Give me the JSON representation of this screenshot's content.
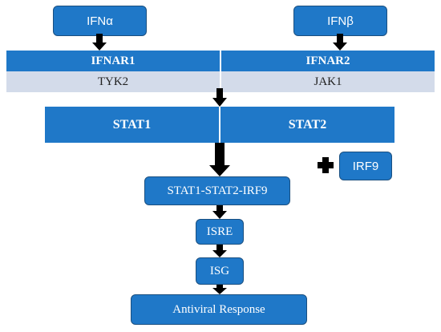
{
  "ligands": {
    "left": "IFNα",
    "right": "IFNβ"
  },
  "receptors": {
    "left": "IFNAR1",
    "right": "IFNAR2"
  },
  "kinases": {
    "left": "TYK2",
    "right": "JAK1"
  },
  "stats": {
    "left": "STAT1",
    "right": "STAT2"
  },
  "irf9": "IRF9",
  "plus": "+",
  "complex": "STAT1-STAT2-IRF9",
  "isre": "ISRE",
  "isg": "ISG",
  "response": "Antiviral Response",
  "colors": {
    "box_fill": "#1f78c8",
    "box_border": "#1a4f80",
    "kinase_band": "#d3dbea",
    "arrow": "#000000"
  }
}
